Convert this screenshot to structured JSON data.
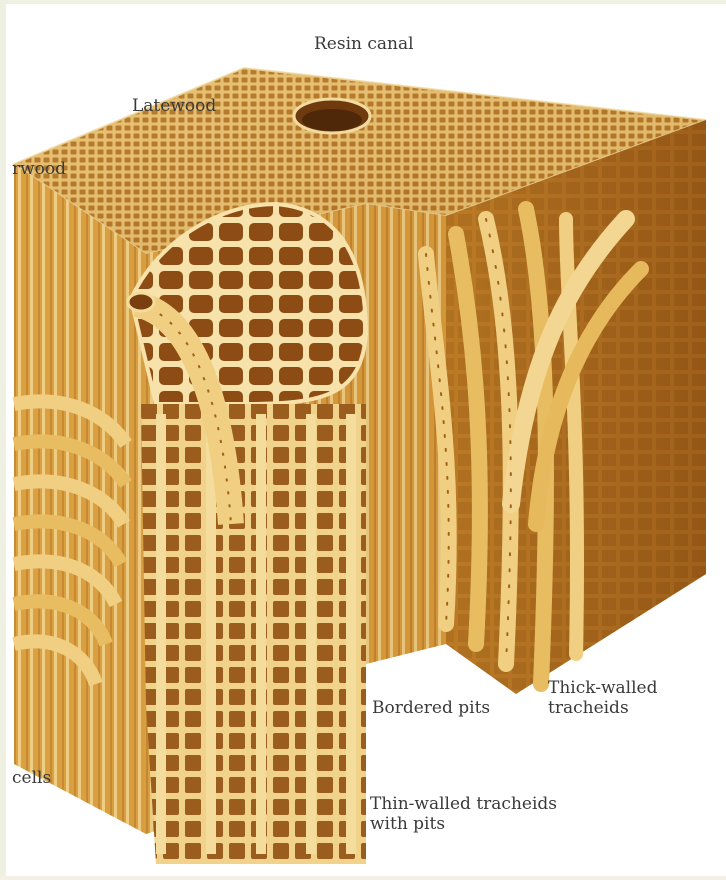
{
  "labels": {
    "resin_canal": "Resin canal",
    "latewood": "Latewood",
    "earlywood_partial": "rwood",
    "bordered_pits": "Bordered pits",
    "thick_walled_line1": "Thick-walled",
    "thick_walled_line2": "tracheids",
    "cells_partial": "cells",
    "thin_walled_line1": "Thin-walled tracheids",
    "thin_walled_line2": "with pits"
  },
  "colors": {
    "wood_light": "#e8b85a",
    "wood_mid": "#c98a2a",
    "wood_dark": "#8a4e12",
    "cell_wall": "#f5e0a8",
    "label_text": "#3a3a3a"
  }
}
